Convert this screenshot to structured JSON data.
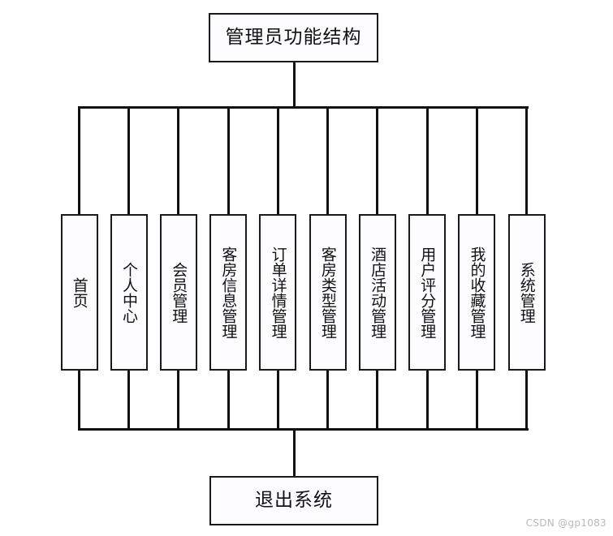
{
  "diagram": {
    "type": "org-chart",
    "title_node": {
      "label": "管理员功能结构"
    },
    "terminal_node": {
      "label": "退出系统"
    },
    "leaf_nodes": [
      {
        "label": "首页"
      },
      {
        "label": "个人中心"
      },
      {
        "label": "会员管理"
      },
      {
        "label": "客房信息管理"
      },
      {
        "label": "订单详情管理"
      },
      {
        "label": "客房类型管理"
      },
      {
        "label": "酒店活动管理"
      },
      {
        "label": "用户评分管理"
      },
      {
        "label": "我的收藏管理"
      },
      {
        "label": "系统管理"
      }
    ],
    "watermark": "CSDN @gp1083",
    "colors": {
      "stroke": "#111111",
      "node_fill": "#fdfdff",
      "canvas": "#ffffff",
      "watermark": "#b9b9b9"
    }
  }
}
